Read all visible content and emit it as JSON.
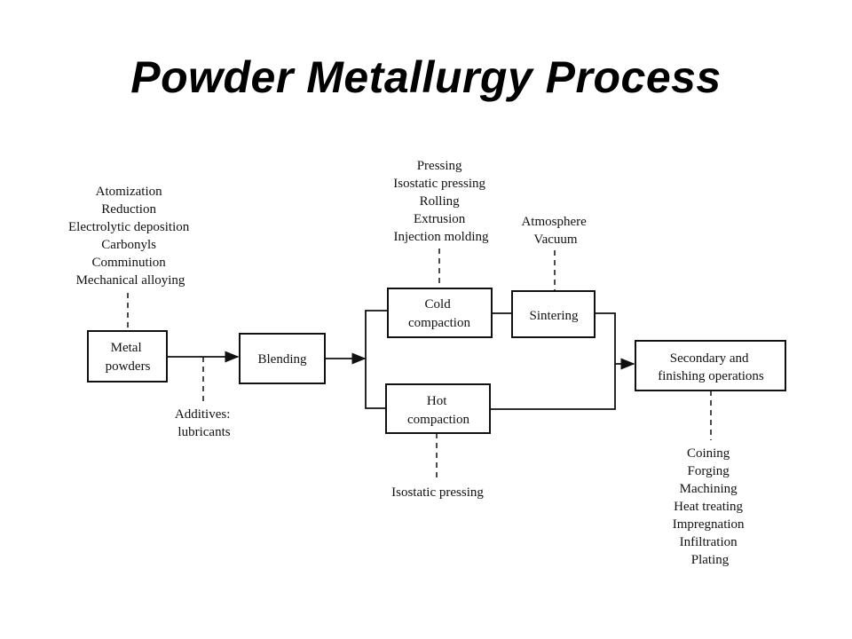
{
  "title": "Powder Metallurgy Process",
  "nodes": {
    "metal_powders": [
      "Metal",
      "powders"
    ],
    "blending": "Blending",
    "cold_compaction": [
      "Cold",
      "compaction"
    ],
    "hot_compaction": [
      "Hot",
      "compaction"
    ],
    "sintering": "Sintering",
    "secondary": [
      "Secondary and",
      "finishing operations"
    ]
  },
  "inputs": {
    "powder_methods": [
      "Atomization",
      "Reduction",
      "Electrolytic deposition",
      "Carbonyls",
      "Comminution",
      "Mechanical alloying"
    ],
    "additives": [
      "Additives:",
      "lubricants"
    ],
    "cold_methods": [
      "Pressing",
      "Isostatic pressing",
      "Rolling",
      "Extrusion",
      "Injection molding"
    ],
    "sinter_conditions": [
      "Atmosphere",
      "Vacuum"
    ],
    "hot_methods": [
      "Isostatic pressing"
    ],
    "finishing_ops": [
      "Coining",
      "Forging",
      "Machining",
      "Heat treating",
      "Impregnation",
      "Infiltration",
      "Plating"
    ]
  }
}
